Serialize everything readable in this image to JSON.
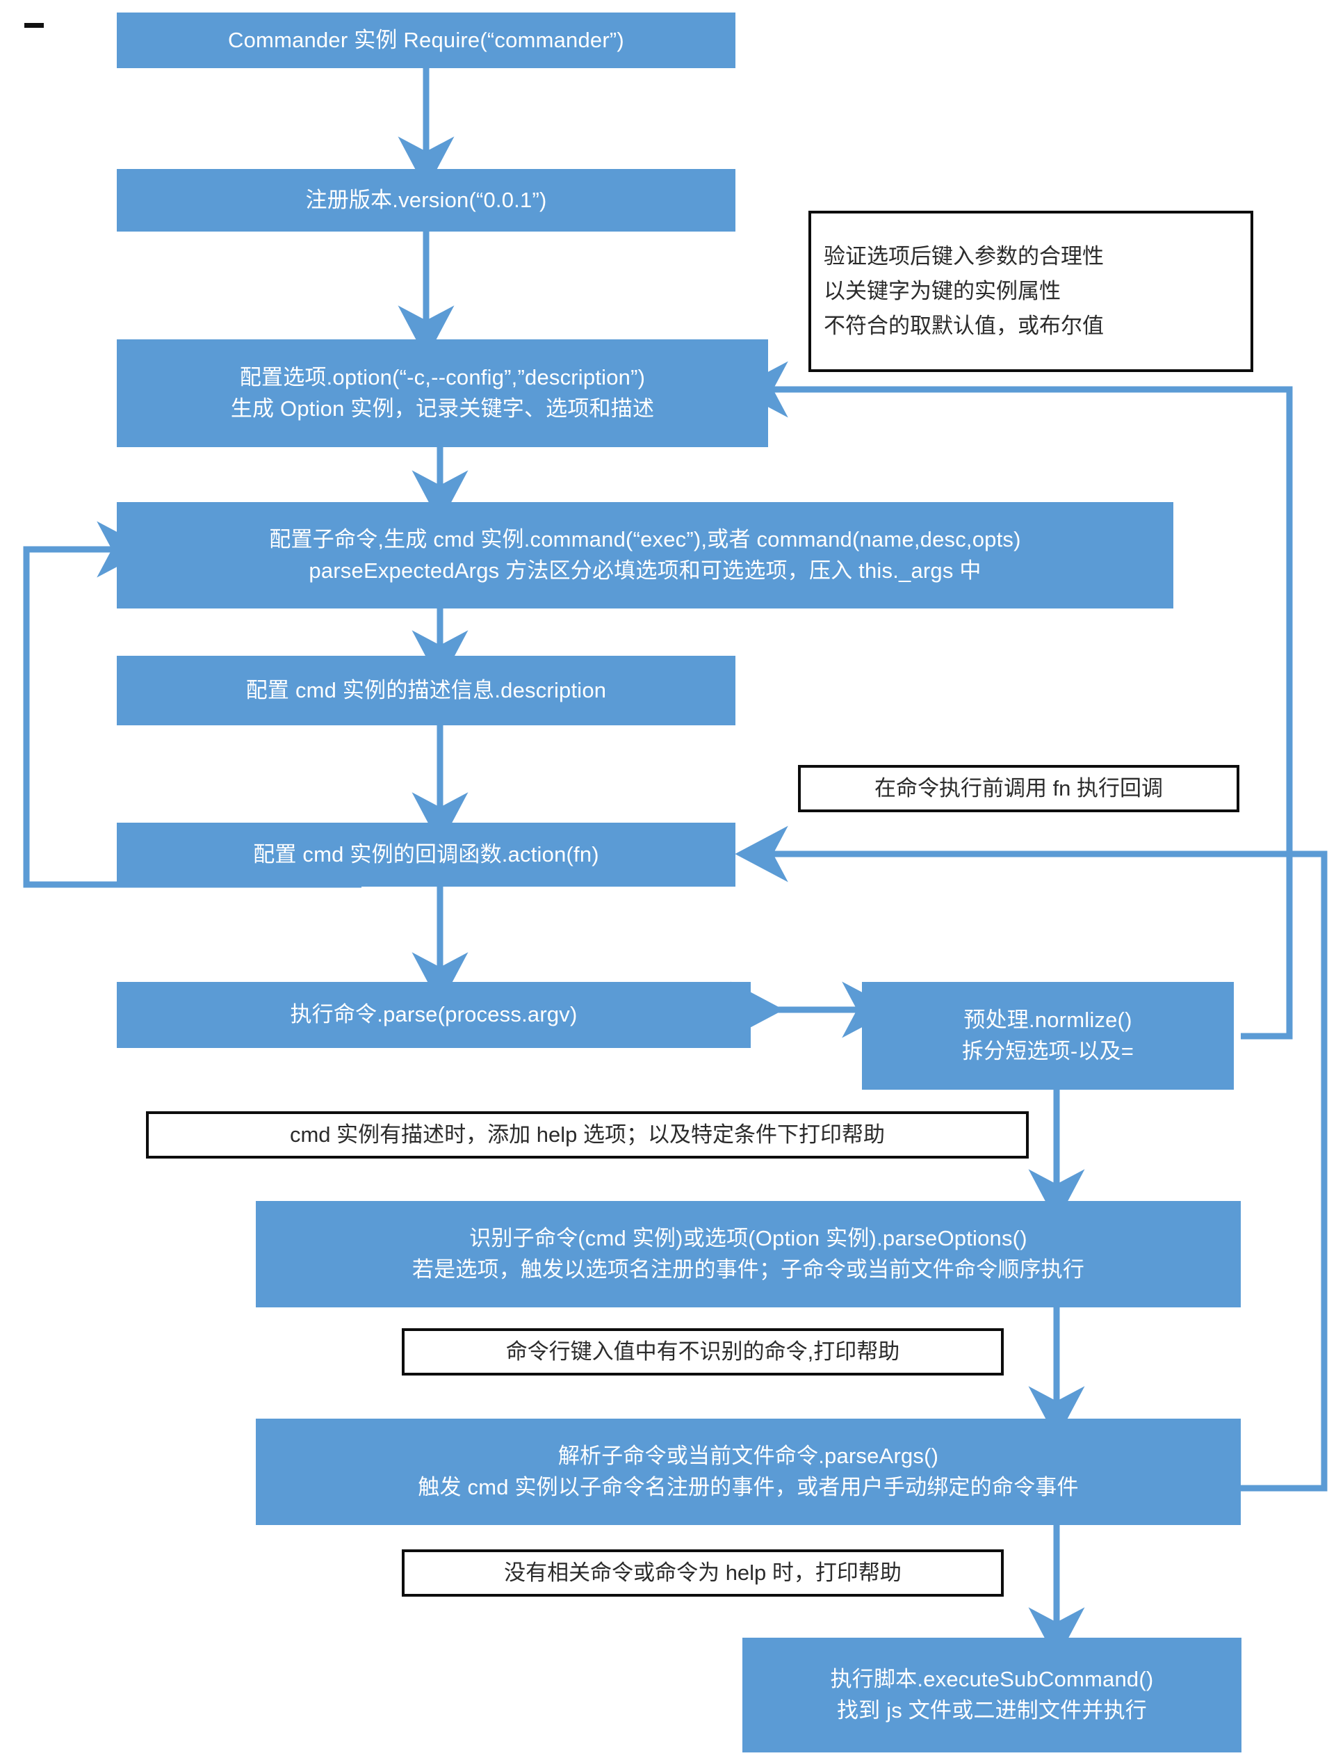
{
  "diagram": {
    "title_marker": "-",
    "accent_color": "#5b9bd5",
    "note_border_color": "#0d0d0d",
    "nodes": [
      {
        "id": "require",
        "lines": [
          "Commander 实例 Require(“commander”)"
        ]
      },
      {
        "id": "version",
        "lines": [
          "注册版本.version(“0.0.1”)"
        ]
      },
      {
        "id": "option",
        "lines": [
          "配置选项.option(“-c,--config”,”description”)",
          "生成 Option 实例，记录关键字、选项和描述"
        ]
      },
      {
        "id": "command",
        "lines": [
          "配置子命令,生成 cmd 实例.command(“exec”),或者 command(name,desc,opts)",
          "parseExpectedArgs 方法区分必填选项和可选选项，压入 this._args 中"
        ]
      },
      {
        "id": "description",
        "lines": [
          "配置 cmd 实例的描述信息.description"
        ]
      },
      {
        "id": "action",
        "lines": [
          "配置 cmd 实例的回调函数.action(fn)"
        ]
      },
      {
        "id": "parse",
        "lines": [
          "执行命令.parse(process.argv)"
        ]
      },
      {
        "id": "normlize",
        "lines": [
          "预处理.normlize()",
          "拆分短选项-以及="
        ]
      },
      {
        "id": "parse-options",
        "lines": [
          "识别子命令(cmd 实例)或选项(Option 实例).parseOptions()",
          "若是选项，触发以选项名注册的事件；子命令或当前文件命令顺序执行"
        ]
      },
      {
        "id": "parse-args",
        "lines": [
          "解析子命令或当前文件命令.parseArgs()",
          "触发 cmd 实例以子命令名注册的事件，或者用户手动绑定的命令事件"
        ]
      },
      {
        "id": "execute-sub-command",
        "lines": [
          "执行脚本.executeSubCommand()",
          "找到 js 文件或二进制文件并执行"
        ]
      }
    ],
    "notes": [
      {
        "id": "note-validate-options",
        "lines": [
          "验证选项后键入参数的合理性",
          "以关键字为键的实例属性",
          "不符合的取默认值，或布尔值"
        ]
      },
      {
        "id": "note-callback",
        "lines": [
          "在命令执行前调用 fn 执行回调"
        ]
      },
      {
        "id": "note-help-option",
        "lines": [
          "cmd 实例有描述时，添加 help 选项；以及特定条件下打印帮助"
        ]
      },
      {
        "id": "note-unknown-command",
        "lines": [
          "命令行键入值中有不识别的命令,打印帮助"
        ]
      },
      {
        "id": "note-no-command",
        "lines": [
          "没有相关命令或命令为 help 时，打印帮助"
        ]
      }
    ]
  }
}
